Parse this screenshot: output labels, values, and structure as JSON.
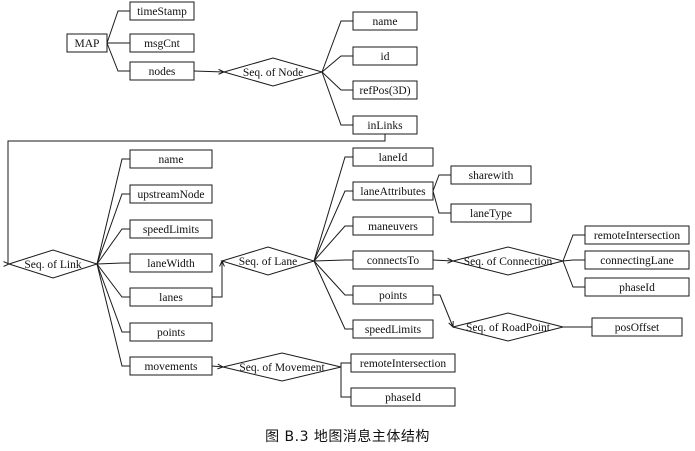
{
  "caption": "图 B.3 地图消息主体结构",
  "nodes": {
    "map": "MAP",
    "timestamp": "timeStamp",
    "msgcnt": "msgCnt",
    "nodes": "nodes",
    "seq_node": "Seq. of Node",
    "node_name": "name",
    "node_id": "id",
    "node_refpos": "refPos(3D)",
    "node_inlinks": "inLinks",
    "seq_link": "Seq. of Link",
    "link_name": "name",
    "link_upstream": "upstreamNode",
    "link_speedlimits": "speedLimits",
    "link_lanewidth": "laneWidth",
    "link_lanes": "lanes",
    "link_points": "points",
    "link_movements": "movements",
    "seq_lane": "Seq. of Lane",
    "lane_laneid": "laneId",
    "lane_attributes": "laneAttributes",
    "lane_sharewith": "sharewith",
    "lane_lanetype": "laneType",
    "lane_maneuvers": "maneuvers",
    "lane_connectsto": "connectsTo",
    "lane_points": "points",
    "lane_speedlimits": "speedLimits",
    "seq_connection": "Seq. of Connection",
    "conn_remote": "remoteIntersection",
    "conn_connecting": "connectingLane",
    "conn_phase": "phaseId",
    "seq_roadpoint": "Seq. of RoadPoint",
    "rp_posoffset": "posOffset",
    "seq_movement": "Seq. of Movement",
    "mov_remote": "remoteIntersection",
    "mov_phase": "phaseId"
  }
}
